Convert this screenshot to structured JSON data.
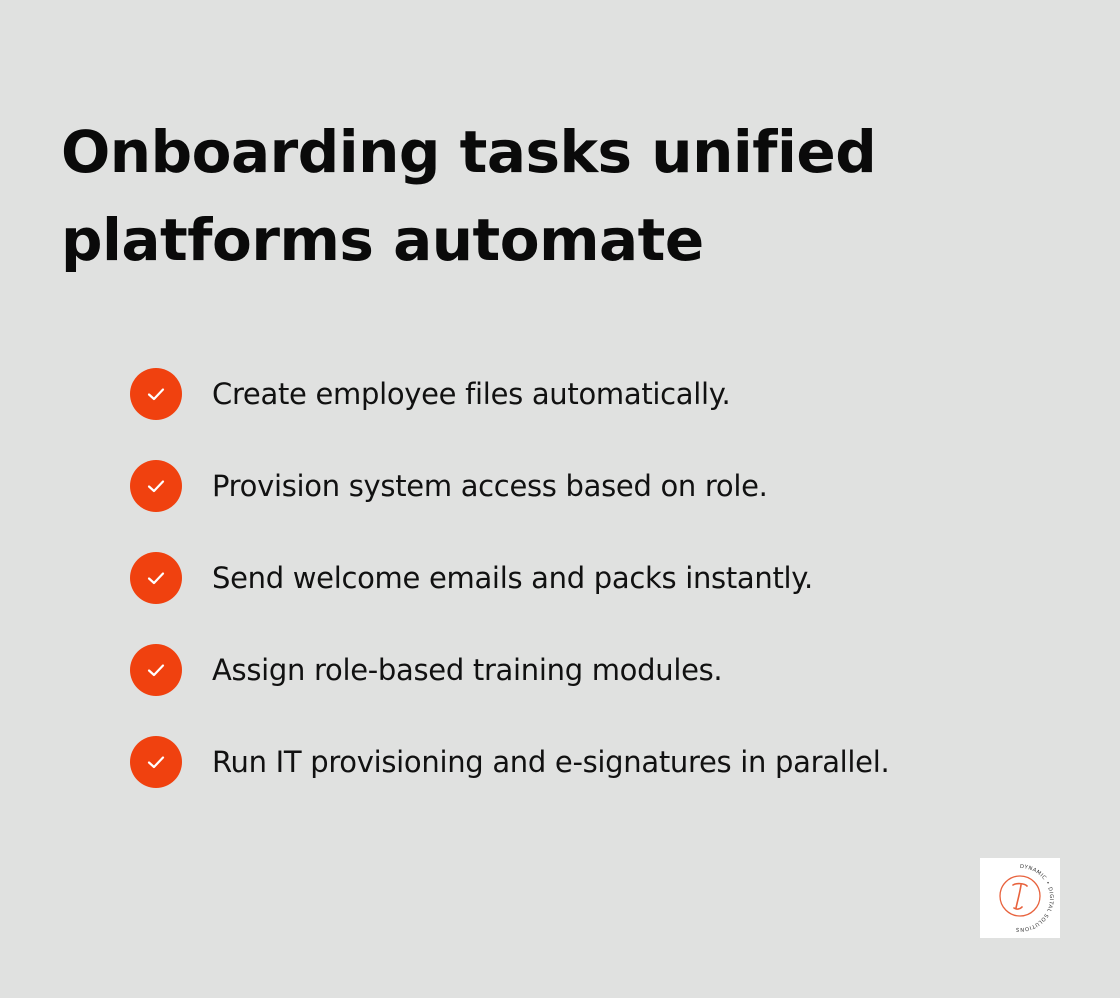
{
  "title": {
    "line1": "Onboarding tasks unified",
    "line2": "platforms automate"
  },
  "checklist": [
    {
      "icon": "check-icon",
      "text": "Create employee files automatically."
    },
    {
      "icon": "check-icon",
      "text": "Provision system access based on role."
    },
    {
      "icon": "check-icon",
      "text": "Send welcome emails and packs instantly."
    },
    {
      "icon": "check-icon",
      "text": "Assign role-based training modules."
    },
    {
      "icon": "check-icon",
      "text": "Run IT provisioning and e-signatures in parallel."
    }
  ],
  "logo": {
    "text": "DYNAMIC • DIGITAL SOLUTIONS"
  },
  "colors": {
    "background": "#e0e1e0",
    "accent": "#f0410f",
    "text": "#0b0b0b"
  }
}
